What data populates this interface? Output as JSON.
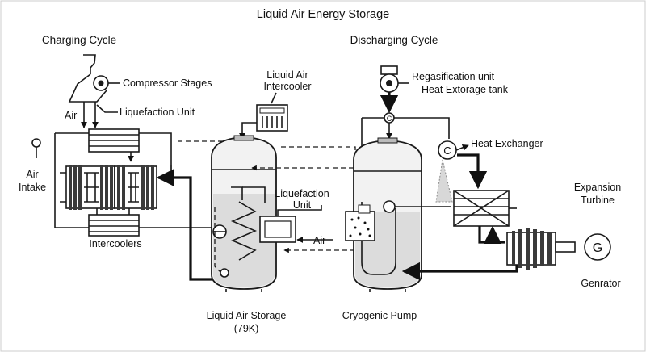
{
  "title": "Liquid Air Energy Storage",
  "sections": {
    "charging": "Charging Cycle",
    "discharging": "Discharging Cycle"
  },
  "labels": {
    "compressor_stages": "Compressor Stages",
    "air_top": "Air",
    "liquefaction_unit_top": "Liquefaction Unit",
    "air_intake_line1": "Air",
    "air_intake_line2": "Intake",
    "intercoolers": "Intercoolers",
    "liquid_air_intercooler_line1": "Liquid Air",
    "liquid_air_intercooler_line2": "Intercooler",
    "liquefaction_unit_mid_line1": "Liquefaction",
    "liquefaction_unit_mid_line2": "Unit",
    "air_mid": "Air",
    "liquid_air_storage_line1": "Liquid Air Storage",
    "liquid_air_storage_line2": "(79K)",
    "regasification_unit": "Regasification unit",
    "heat_extorage_tank": "Heat Extorage tank",
    "heat_exchanger": "Heat Exchanger",
    "expansion_turbine_line1": "Expansion",
    "expansion_turbine_line2": "Turbine",
    "cryogenic_pump": "Cryogenic Pump",
    "genrator": "Genrator",
    "heat_exchanger_symbol": "C",
    "valve_symbol": "C",
    "generator_symbol": "G"
  },
  "colors": {
    "line": "#1a1a1a",
    "tank_fill": "#f2f2f2",
    "liquid_fill": "#dcdcdc",
    "background": "#ffffff"
  }
}
